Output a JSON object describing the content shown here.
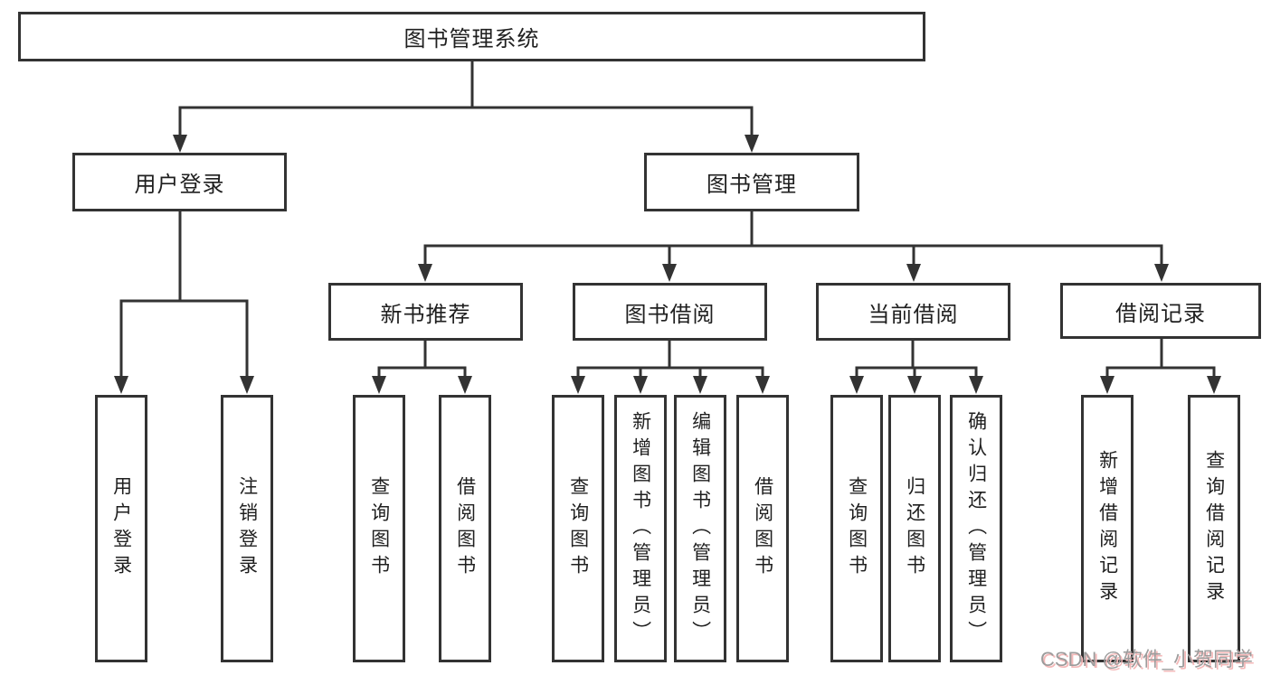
{
  "diagram": {
    "root": "图书管理系统",
    "branches": {
      "user_login": "用户登录",
      "book_mgmt": "图书管理"
    },
    "modules": {
      "new_book": "新书推荐",
      "book_borrow": "图书借阅",
      "current_borrow": "当前借阅",
      "borrow_record": "借阅记录"
    },
    "leaves": {
      "user_login": [
        "用户登录",
        "注销登录"
      ],
      "new_book": [
        "查询图书",
        "借阅图书"
      ],
      "book_borrow": [
        "查询图书",
        "新增图书（管理员）",
        "编辑图书（管理员）",
        "借阅图书"
      ],
      "current_borrow": [
        "查询图书",
        "归还图书",
        "确认归还（管理员）"
      ],
      "borrow_record": [
        "新增借阅记录",
        "查询借阅记录"
      ]
    }
  },
  "watermark": "CSDN @软件_小贺同学",
  "colors": {
    "line": "#333333",
    "text": "#1f1f1f",
    "watermark": "#9c9c9c",
    "watermark_shadow": "#f4b8b8"
  }
}
